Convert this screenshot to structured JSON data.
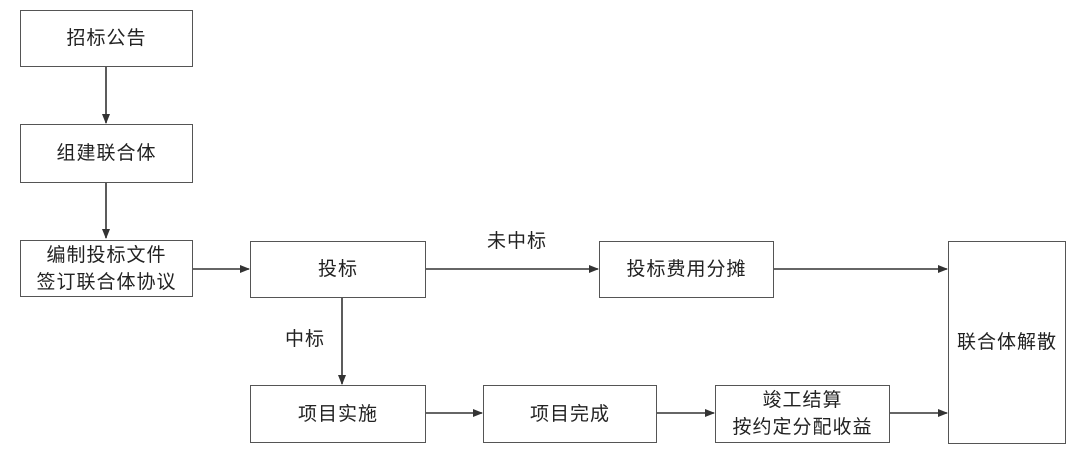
{
  "nodes": {
    "announcement": "招标公告",
    "form_consortium": "组建联合体",
    "prepare_line1": "编制投标文件",
    "prepare_line2": "签订联合体协议",
    "bid": "投标",
    "cost_sharing": "投标费用分摊",
    "dissolve": "联合体解散",
    "implementation": "项目实施",
    "completion": "项目完成",
    "settlement_line1": "竣工结算",
    "settlement_line2": "按约定分配收益"
  },
  "edge_labels": {
    "not_won": "未中标",
    "won": "中标"
  }
}
